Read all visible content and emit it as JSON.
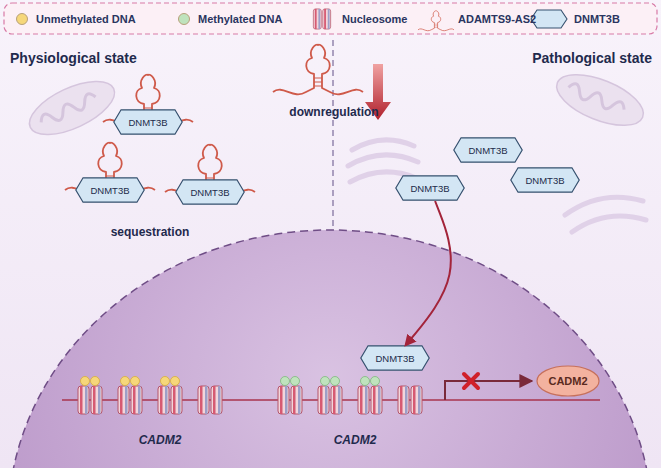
{
  "diagram": {
    "nodes": [
      {
        "text": [
          "DNMT3B"
        ]
      },
      {
        "text": [
          "DNMT3B"
        ]
      },
      {
        "text": [
          "DNMT3B"
        ]
      },
      {
        "text": [
          "DNMT3B"
        ]
      },
      {
        "text": [
          "DNMT3B"
        ]
      },
      {
        "text": [
          "DNMT3B"
        ]
      },
      {
        "text": [
          "DNMT3B"
        ]
      },
      {
        "text": [
          "CADM2"
        ]
      }
    ],
    "edges": [
      {
        "from": 5,
        "to": 6,
        "arrow": "to"
      }
    ],
    "labels": [
      "Physiological state",
      "Pathological state",
      "sequestration",
      "downregulation",
      "CADM2",
      "CADM2"
    ],
    "legend": [
      {
        "text": "Unmethylated DNA",
        "color": "#f6d77a"
      },
      {
        "text": "Methylated DNA",
        "color": "#bfe3bd"
      },
      {
        "text": "Nucleosome"
      },
      {
        "text": "ADAMTS9-AS2"
      },
      {
        "text": "DNMT3B"
      }
    ]
  }
}
